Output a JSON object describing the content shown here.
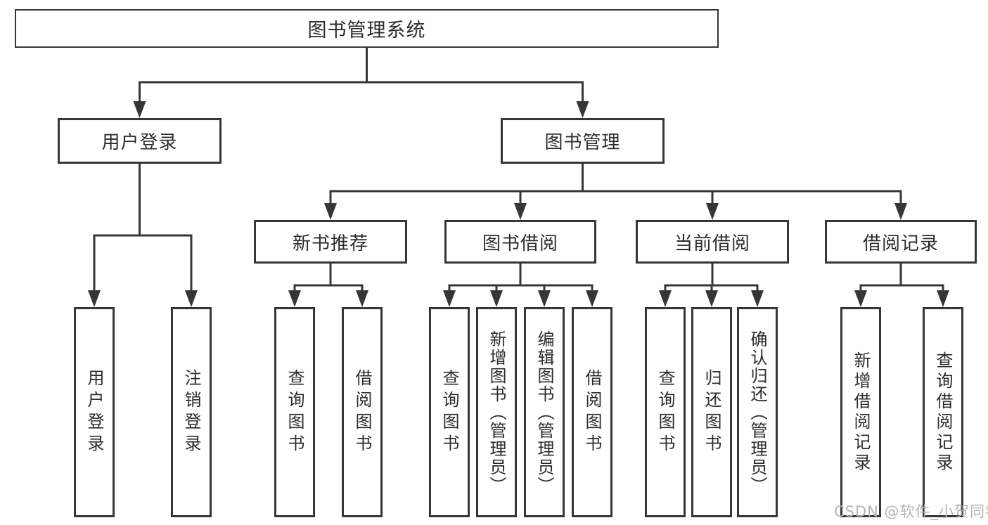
{
  "diagram": {
    "root": {
      "label": "图书管理系统",
      "children": [
        {
          "label": "用户登录",
          "children": [
            {
              "label": "用户登录"
            },
            {
              "label": "注销登录"
            }
          ]
        },
        {
          "label": "图书管理",
          "children": [
            {
              "label": "新书推荐",
              "children": [
                {
                  "label": "查询图书"
                },
                {
                  "label": "借阅图书"
                }
              ]
            },
            {
              "label": "图书借阅",
              "children": [
                {
                  "label": "查询图书"
                },
                {
                  "label": "新增图书（管理员）"
                },
                {
                  "label": "编辑图书（管理员）"
                },
                {
                  "label": "借阅图书"
                }
              ]
            },
            {
              "label": "当前借阅",
              "children": [
                {
                  "label": "查询图书"
                },
                {
                  "label": "归还图书"
                },
                {
                  "label": "确认归还（管理员）"
                }
              ]
            },
            {
              "label": "借阅记录",
              "children": [
                {
                  "label": "新增借阅记录"
                },
                {
                  "label": "查询借阅记录"
                }
              ]
            }
          ]
        }
      ]
    }
  },
  "colors": {
    "line": "#363636",
    "text": "#2c2c2c",
    "watermark": "#b4b4b4",
    "background": "#ffffff"
  },
  "watermark": {
    "text": "CSDN @软件_小贺同学"
  }
}
